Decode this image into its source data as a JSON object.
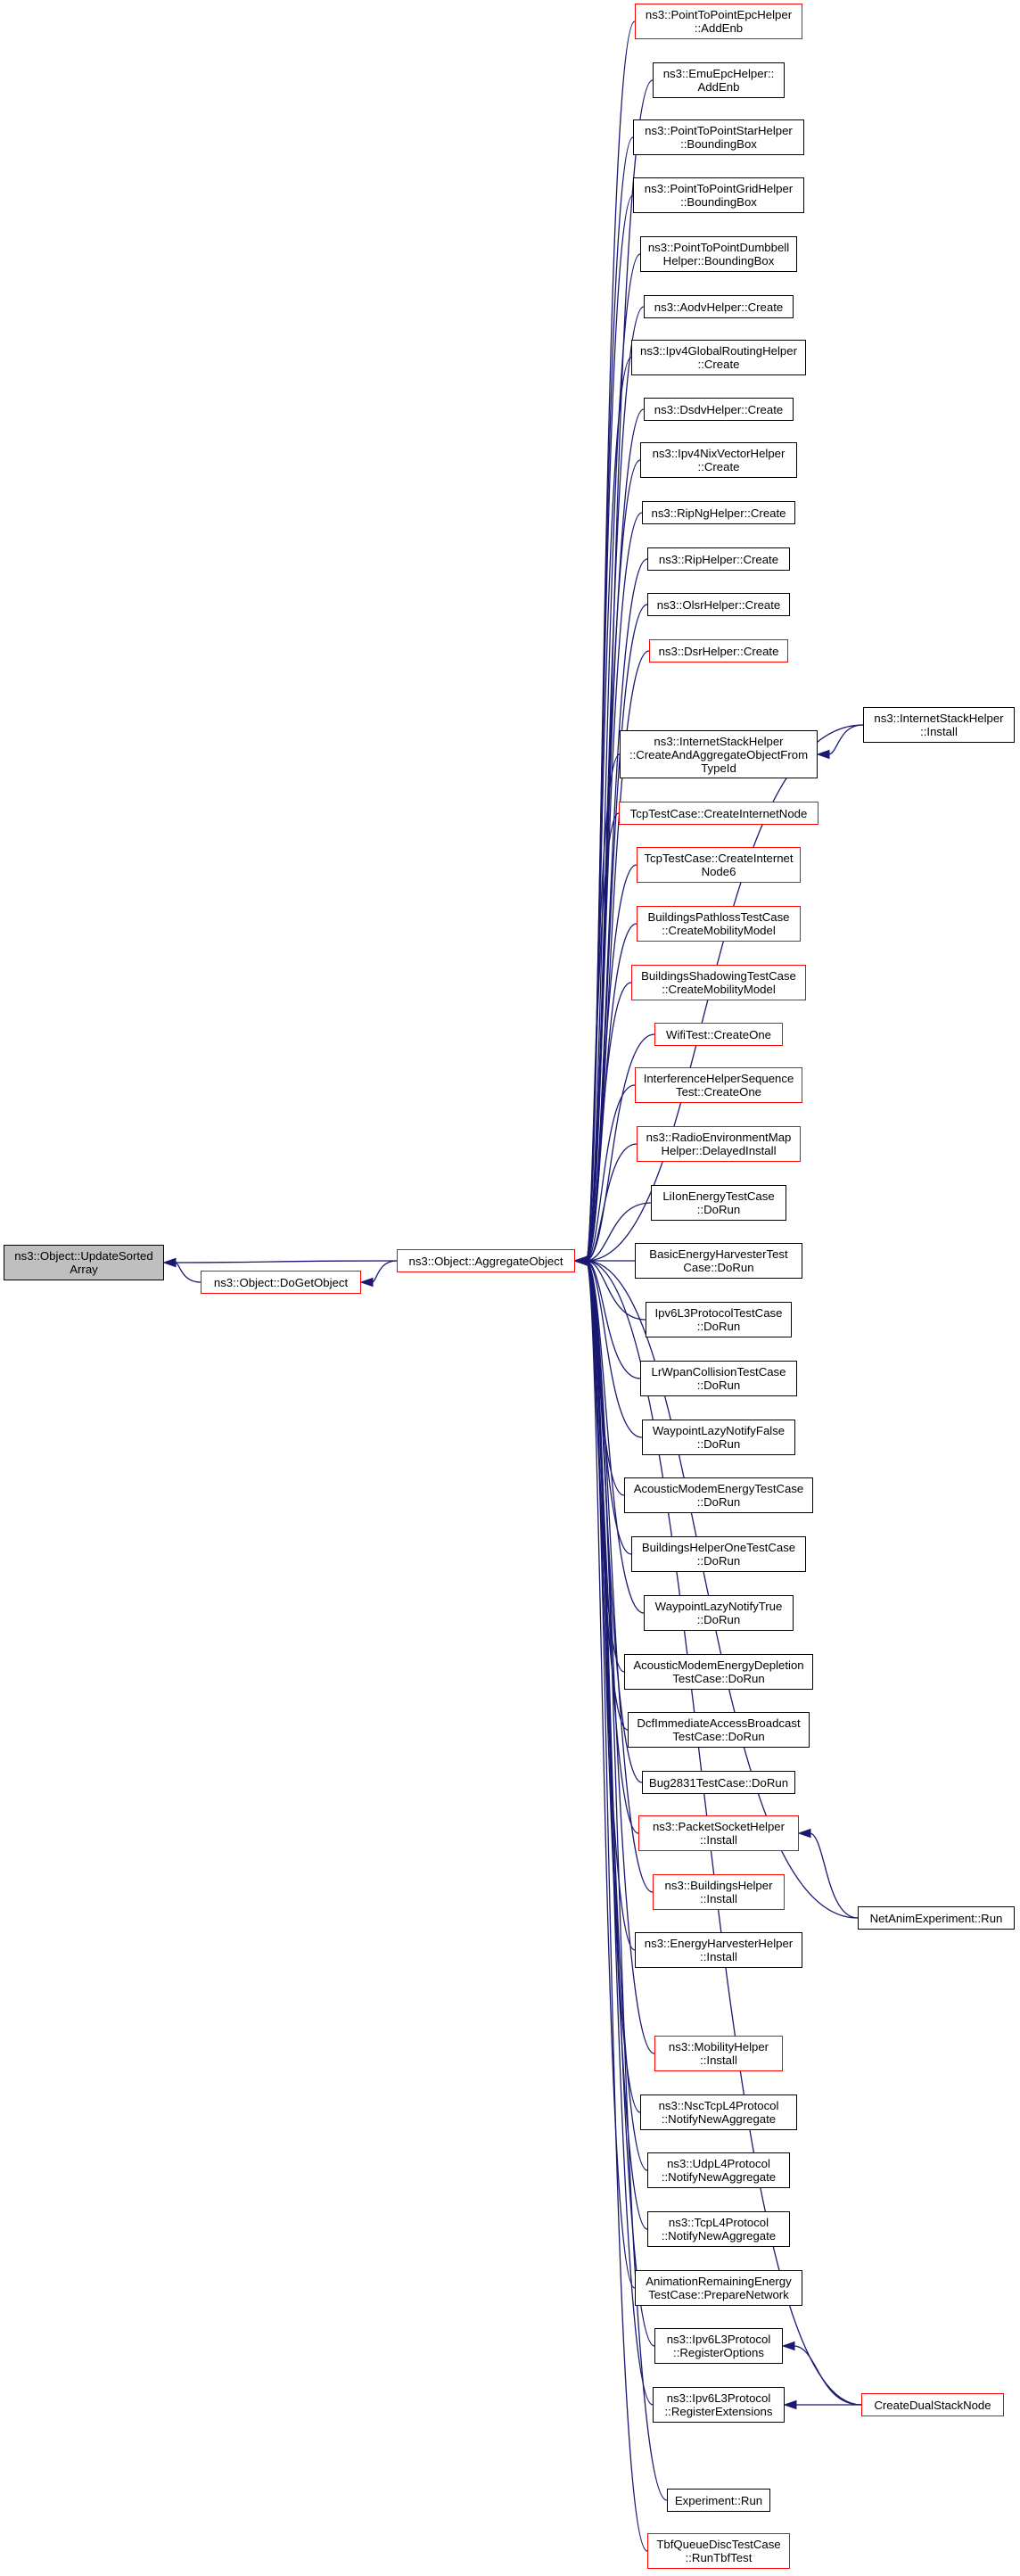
{
  "graph": {
    "edge_color": "#191970",
    "nodes": [
      {
        "id": "update_sorted_array",
        "label": "ns3::Object::UpdateSorted\nArray",
        "style": "gray"
      },
      {
        "id": "do_get_object",
        "label": "ns3::Object::DoGetObject",
        "style": "red"
      },
      {
        "id": "aggregate_object",
        "label": "ns3::Object::AggregateObject",
        "style": "red"
      },
      {
        "id": "ptp_epc_addenb",
        "label": "ns3::PointToPointEpcHelper\n::AddEnb",
        "style": "red"
      },
      {
        "id": "emu_epc_addenb",
        "label": "ns3::EmuEpcHelper::\nAddEnb",
        "style": "black"
      },
      {
        "id": "ptp_star_bbox",
        "label": "ns3::PointToPointStarHelper\n::BoundingBox",
        "style": "black"
      },
      {
        "id": "ptp_grid_bbox",
        "label": "ns3::PointToPointGridHelper\n::BoundingBox",
        "style": "black"
      },
      {
        "id": "ptp_dumbbell_bbox",
        "label": "ns3::PointToPointDumbbell\nHelper::BoundingBox",
        "style": "black"
      },
      {
        "id": "aodv_create",
        "label": "ns3::AodvHelper::Create",
        "style": "black"
      },
      {
        "id": "ipv4gr_create",
        "label": "ns3::Ipv4GlobalRoutingHelper\n::Create",
        "style": "black"
      },
      {
        "id": "dsdv_create",
        "label": "ns3::DsdvHelper::Create",
        "style": "black"
      },
      {
        "id": "ipv4nix_create",
        "label": "ns3::Ipv4NixVectorHelper\n::Create",
        "style": "black"
      },
      {
        "id": "ripng_create",
        "label": "ns3::RipNgHelper::Create",
        "style": "black"
      },
      {
        "id": "rip_create",
        "label": "ns3::RipHelper::Create",
        "style": "black"
      },
      {
        "id": "olsr_create",
        "label": "ns3::OlsrHelper::Create",
        "style": "black"
      },
      {
        "id": "dsr_create",
        "label": "ns3::DsrHelper::Create",
        "style": "red"
      },
      {
        "id": "ish_create_agg",
        "label": "ns3::InternetStackHelper\n::CreateAndAggregateObjectFrom\nTypeId",
        "style": "black"
      },
      {
        "id": "ish_install",
        "label": "ns3::InternetStackHelper\n::Install",
        "style": "black"
      },
      {
        "id": "tcp_create_inode",
        "label": "TcpTestCase::CreateInternetNode",
        "style": "red"
      },
      {
        "id": "tcp_create_inode6",
        "label": "TcpTestCase::CreateInternet\nNode6",
        "style": "red"
      },
      {
        "id": "bpl_create_mob",
        "label": "BuildingsPathlossTestCase\n::CreateMobilityModel",
        "style": "red"
      },
      {
        "id": "bsh_create_mob",
        "label": "BuildingsShadowingTestCase\n::CreateMobilityModel",
        "style": "red"
      },
      {
        "id": "wifi_create_one",
        "label": "WifiTest::CreateOne",
        "style": "red"
      },
      {
        "id": "ihs_create_one",
        "label": "InterferenceHelperSequence\nTest::CreateOne",
        "style": "red"
      },
      {
        "id": "rem_delayed",
        "label": "ns3::RadioEnvironmentMap\nHelper::DelayedInstall",
        "style": "red"
      },
      {
        "id": "liion_dorun",
        "label": "LiIonEnergyTestCase\n::DoRun",
        "style": "black"
      },
      {
        "id": "beh_dorun",
        "label": "BasicEnergyHarvesterTest\nCase::DoRun",
        "style": "black"
      },
      {
        "id": "ipv6l3_dorun",
        "label": "Ipv6L3ProtocolTestCase\n::DoRun",
        "style": "black"
      },
      {
        "id": "lrwpan_dorun",
        "label": "LrWpanCollisionTestCase\n::DoRun",
        "style": "black"
      },
      {
        "id": "wlnf_dorun",
        "label": "WaypointLazyNotifyFalse\n::DoRun",
        "style": "black"
      },
      {
        "id": "ame_dorun",
        "label": "AcousticModemEnergyTestCase\n::DoRun",
        "style": "black"
      },
      {
        "id": "bho_dorun",
        "label": "BuildingsHelperOneTestCase\n::DoRun",
        "style": "black"
      },
      {
        "id": "wlnt_dorun",
        "label": "WaypointLazyNotifyTrue\n::DoRun",
        "style": "black"
      },
      {
        "id": "amed_dorun",
        "label": "AcousticModemEnergyDepletion\nTestCase::DoRun",
        "style": "black"
      },
      {
        "id": "dcf_dorun",
        "label": "DcfImmediateAccessBroadcast\nTestCase::DoRun",
        "style": "black"
      },
      {
        "id": "bug2831_dorun",
        "label": "Bug2831TestCase::DoRun",
        "style": "black"
      },
      {
        "id": "psh_install",
        "label": "ns3::PacketSocketHelper\n::Install",
        "style": "red"
      },
      {
        "id": "bh_install",
        "label": "ns3::BuildingsHelper\n::Install",
        "style": "red"
      },
      {
        "id": "ehh_install",
        "label": "ns3::EnergyHarvesterHelper\n::Install",
        "style": "black"
      },
      {
        "id": "netanim_run",
        "label": "NetAnimExperiment::Run",
        "style": "black"
      },
      {
        "id": "mh_install",
        "label": "ns3::MobilityHelper\n::Install",
        "style": "red"
      },
      {
        "id": "nsc_notify",
        "label": "ns3::NscTcpL4Protocol\n::NotifyNewAggregate",
        "style": "black"
      },
      {
        "id": "udp_notify",
        "label": "ns3::UdpL4Protocol\n::NotifyNewAggregate",
        "style": "black"
      },
      {
        "id": "tcp_notify",
        "label": "ns3::TcpL4Protocol\n::NotifyNewAggregate",
        "style": "black"
      },
      {
        "id": "are_prepare",
        "label": "AnimationRemainingEnergy\nTestCase::PrepareNetwork",
        "style": "black"
      },
      {
        "id": "ipv6l3_regopt",
        "label": "ns3::Ipv6L3Protocol\n::RegisterOptions",
        "style": "black"
      },
      {
        "id": "ipv6l3_regext",
        "label": "ns3::Ipv6L3Protocol\n::RegisterExtensions",
        "style": "black"
      },
      {
        "id": "create_dual",
        "label": "CreateDualStackNode",
        "style": "red"
      },
      {
        "id": "experiment_run",
        "label": "Experiment::Run",
        "style": "black"
      },
      {
        "id": "tbf_run",
        "label": "TbfQueueDiscTestCase\n::RunTbfTest",
        "style": "red"
      }
    ],
    "edges": [
      [
        "do_get_object",
        "update_sorted_array"
      ],
      [
        "aggregate_object",
        "update_sorted_array"
      ],
      [
        "aggregate_object",
        "do_get_object"
      ],
      [
        "ptp_epc_addenb",
        "aggregate_object"
      ],
      [
        "emu_epc_addenb",
        "aggregate_object"
      ],
      [
        "ptp_star_bbox",
        "aggregate_object"
      ],
      [
        "ptp_grid_bbox",
        "aggregate_object"
      ],
      [
        "ptp_dumbbell_bbox",
        "aggregate_object"
      ],
      [
        "aodv_create",
        "aggregate_object"
      ],
      [
        "ipv4gr_create",
        "aggregate_object"
      ],
      [
        "dsdv_create",
        "aggregate_object"
      ],
      [
        "ipv4nix_create",
        "aggregate_object"
      ],
      [
        "ripng_create",
        "aggregate_object"
      ],
      [
        "rip_create",
        "aggregate_object"
      ],
      [
        "olsr_create",
        "aggregate_object"
      ],
      [
        "dsr_create",
        "aggregate_object"
      ],
      [
        "ish_install",
        "aggregate_object"
      ],
      [
        "ish_create_agg",
        "aggregate_object"
      ],
      [
        "ish_install",
        "ish_create_agg"
      ],
      [
        "tcp_create_inode",
        "aggregate_object"
      ],
      [
        "tcp_create_inode6",
        "aggregate_object"
      ],
      [
        "bpl_create_mob",
        "aggregate_object"
      ],
      [
        "bsh_create_mob",
        "aggregate_object"
      ],
      [
        "wifi_create_one",
        "aggregate_object"
      ],
      [
        "ihs_create_one",
        "aggregate_object"
      ],
      [
        "rem_delayed",
        "aggregate_object"
      ],
      [
        "liion_dorun",
        "aggregate_object"
      ],
      [
        "beh_dorun",
        "aggregate_object"
      ],
      [
        "ipv6l3_dorun",
        "aggregate_object"
      ],
      [
        "lrwpan_dorun",
        "aggregate_object"
      ],
      [
        "wlnf_dorun",
        "aggregate_object"
      ],
      [
        "ame_dorun",
        "aggregate_object"
      ],
      [
        "bho_dorun",
        "aggregate_object"
      ],
      [
        "wlnt_dorun",
        "aggregate_object"
      ],
      [
        "amed_dorun",
        "aggregate_object"
      ],
      [
        "dcf_dorun",
        "aggregate_object"
      ],
      [
        "bug2831_dorun",
        "aggregate_object"
      ],
      [
        "psh_install",
        "aggregate_object"
      ],
      [
        "bh_install",
        "aggregate_object"
      ],
      [
        "ehh_install",
        "aggregate_object"
      ],
      [
        "netanim_run",
        "aggregate_object"
      ],
      [
        "netanim_run",
        "psh_install"
      ],
      [
        "mh_install",
        "aggregate_object"
      ],
      [
        "nsc_notify",
        "aggregate_object"
      ],
      [
        "udp_notify",
        "aggregate_object"
      ],
      [
        "tcp_notify",
        "aggregate_object"
      ],
      [
        "are_prepare",
        "aggregate_object"
      ],
      [
        "ipv6l3_regopt",
        "aggregate_object"
      ],
      [
        "ipv6l3_regext",
        "aggregate_object"
      ],
      [
        "create_dual",
        "aggregate_object"
      ],
      [
        "create_dual",
        "ipv6l3_regopt"
      ],
      [
        "create_dual",
        "ipv6l3_regext"
      ],
      [
        "experiment_run",
        "aggregate_object"
      ],
      [
        "tbf_run",
        "aggregate_object"
      ]
    ]
  }
}
